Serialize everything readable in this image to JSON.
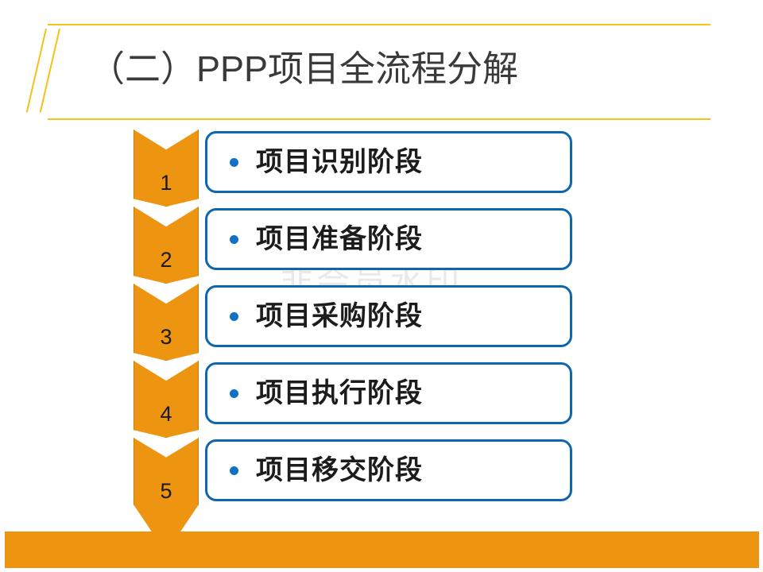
{
  "slide": {
    "title": "（二）PPP项目全流程分解",
    "watermark": "非会员水印",
    "accent_yellow": "#F5C218",
    "accent_orange": "#ED9410",
    "accent_blue": "#0E66AE",
    "title_color": "#3a3a3a",
    "background": "#ffffff"
  },
  "flow": {
    "steps": [
      {
        "number": "1",
        "label": "项目识别阶段"
      },
      {
        "number": "2",
        "label": "项目准备阶段"
      },
      {
        "number": "3",
        "label": "项目采购阶段"
      },
      {
        "number": "4",
        "label": "项目执行阶段"
      },
      {
        "number": "5",
        "label": "项目移交阶段"
      }
    ]
  }
}
